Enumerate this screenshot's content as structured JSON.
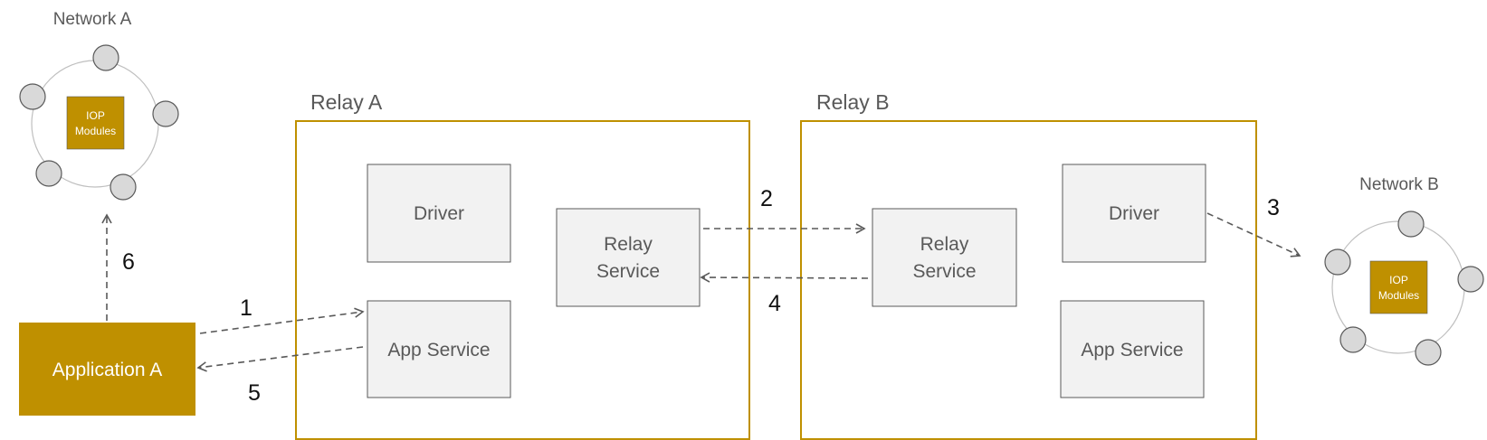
{
  "colors": {
    "accent": "#bf9000",
    "box_fill": "#f2f2f2",
    "box_stroke": "#595959",
    "node_fill": "#d9d9d9",
    "text": "#595959"
  },
  "network_a": {
    "title": "Network A",
    "iop_line1": "IOP",
    "iop_line2": "Modules"
  },
  "network_b": {
    "title": "Network B",
    "iop_line1": "IOP",
    "iop_line2": "Modules"
  },
  "application_a": {
    "label": "Application A"
  },
  "relay_a": {
    "title": "Relay A",
    "driver": "Driver",
    "app_service": "App Service",
    "relay_service_line1": "Relay",
    "relay_service_line2": "Service"
  },
  "relay_b": {
    "title": "Relay B",
    "driver": "Driver",
    "app_service": "App Service",
    "relay_service_line1": "Relay",
    "relay_service_line2": "Service"
  },
  "steps": [
    "1",
    "2",
    "3",
    "4",
    "5",
    "6"
  ]
}
